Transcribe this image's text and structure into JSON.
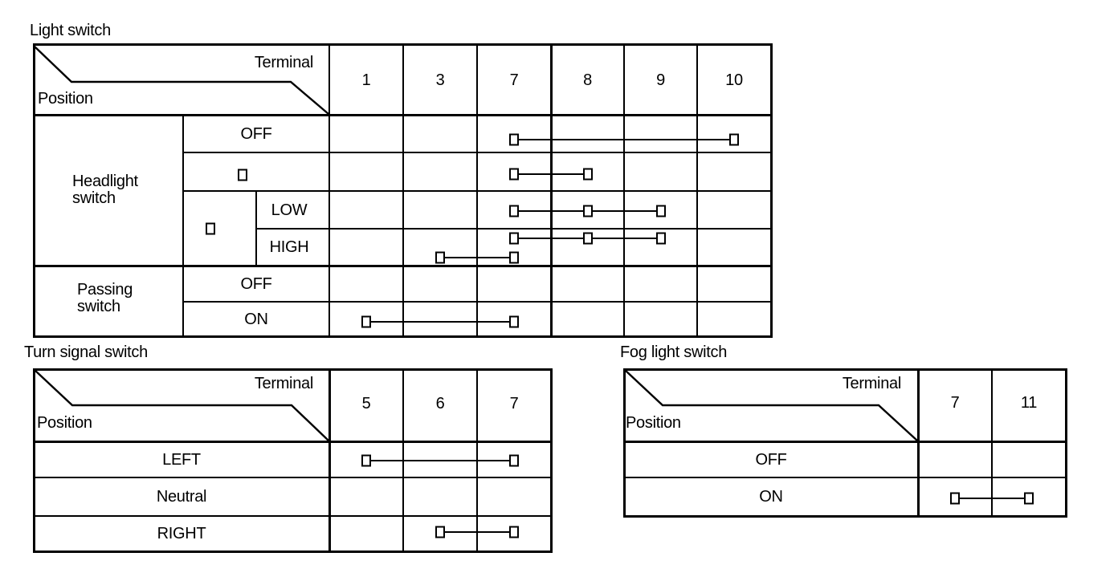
{
  "page": {
    "background": "#ffffff",
    "ink": "#000000"
  },
  "tables": [
    {
      "id": "light-switch",
      "title": "Light switch",
      "corner": {
        "terminal_label": "Terminal",
        "position_label": "Position"
      },
      "terminals": [
        "1",
        "3",
        "7",
        "8",
        "9",
        "10"
      ],
      "groups": [
        {
          "label": "Headlight switch",
          "rows": [
            {
              "id": "off",
              "label": "OFF"
            },
            {
              "id": "tail",
              "label": "",
              "icon": "tail-lamp-position-symbol-icon"
            },
            {
              "id": "low",
              "label": "LOW",
              "shared_icon": "headlamp-position-symbol-icon"
            },
            {
              "id": "high",
              "label": "HIGH"
            }
          ]
        },
        {
          "label": "Passing switch",
          "rows": [
            {
              "id": "passing-off",
              "label": "OFF"
            },
            {
              "id": "passing-on",
              "label": "ON"
            }
          ]
        }
      ],
      "connections": [
        {
          "row": "off",
          "terminals": [
            "7",
            "10"
          ]
        },
        {
          "row": "tail",
          "terminals": [
            "7",
            "8"
          ]
        },
        {
          "row": "low",
          "terminals": [
            "7",
            "8",
            "9"
          ]
        },
        {
          "row": "high",
          "terminals": [
            "7",
            "8",
            "9"
          ]
        },
        {
          "row": "high",
          "terminals": [
            "3",
            "7"
          ]
        },
        {
          "row": "passing-on",
          "terminals": [
            "1",
            "7"
          ]
        }
      ]
    },
    {
      "id": "turn-signal-switch",
      "title": "Turn signal switch",
      "corner": {
        "terminal_label": "Terminal",
        "position_label": "Position"
      },
      "terminals": [
        "5",
        "6",
        "7"
      ],
      "rows": [
        {
          "id": "left",
          "label": "LEFT"
        },
        {
          "id": "neutral",
          "label": "Neutral"
        },
        {
          "id": "right",
          "label": "RIGHT"
        }
      ],
      "connections": [
        {
          "row": "left",
          "terminals": [
            "5",
            "7"
          ]
        },
        {
          "row": "right",
          "terminals": [
            "6",
            "7"
          ]
        }
      ]
    },
    {
      "id": "fog-light-switch",
      "title": "Fog light switch",
      "corner": {
        "terminal_label": "Terminal",
        "position_label": "Position"
      },
      "terminals": [
        "7",
        "11"
      ],
      "rows": [
        {
          "id": "fog-off",
          "label": "OFF"
        },
        {
          "id": "fog-on",
          "label": "ON"
        }
      ],
      "connections": [
        {
          "row": "fog-on",
          "terminals": [
            "7",
            "11"
          ]
        }
      ]
    }
  ]
}
